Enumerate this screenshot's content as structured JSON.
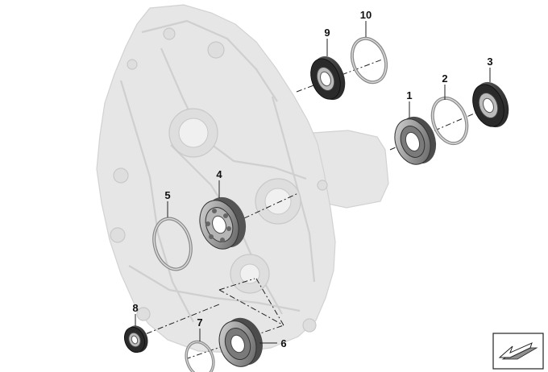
{
  "callouts": [
    {
      "id": "1",
      "label": "1"
    },
    {
      "id": "2",
      "label": "2"
    },
    {
      "id": "3",
      "label": "3"
    },
    {
      "id": "4",
      "label": "4"
    },
    {
      "id": "5",
      "label": "5"
    },
    {
      "id": "6",
      "label": "6"
    },
    {
      "id": "7",
      "label": "7"
    },
    {
      "id": "8",
      "label": "8"
    },
    {
      "id": "9",
      "label": "9"
    },
    {
      "id": "10",
      "label": "10"
    }
  ],
  "icons": {
    "corner": "exploded-view-arrow-icon"
  },
  "colors": {
    "housing": "#e6e6e6",
    "seal": "#2a2a2a",
    "bearing_steel": "#9a9a9a",
    "line": "#222222"
  }
}
